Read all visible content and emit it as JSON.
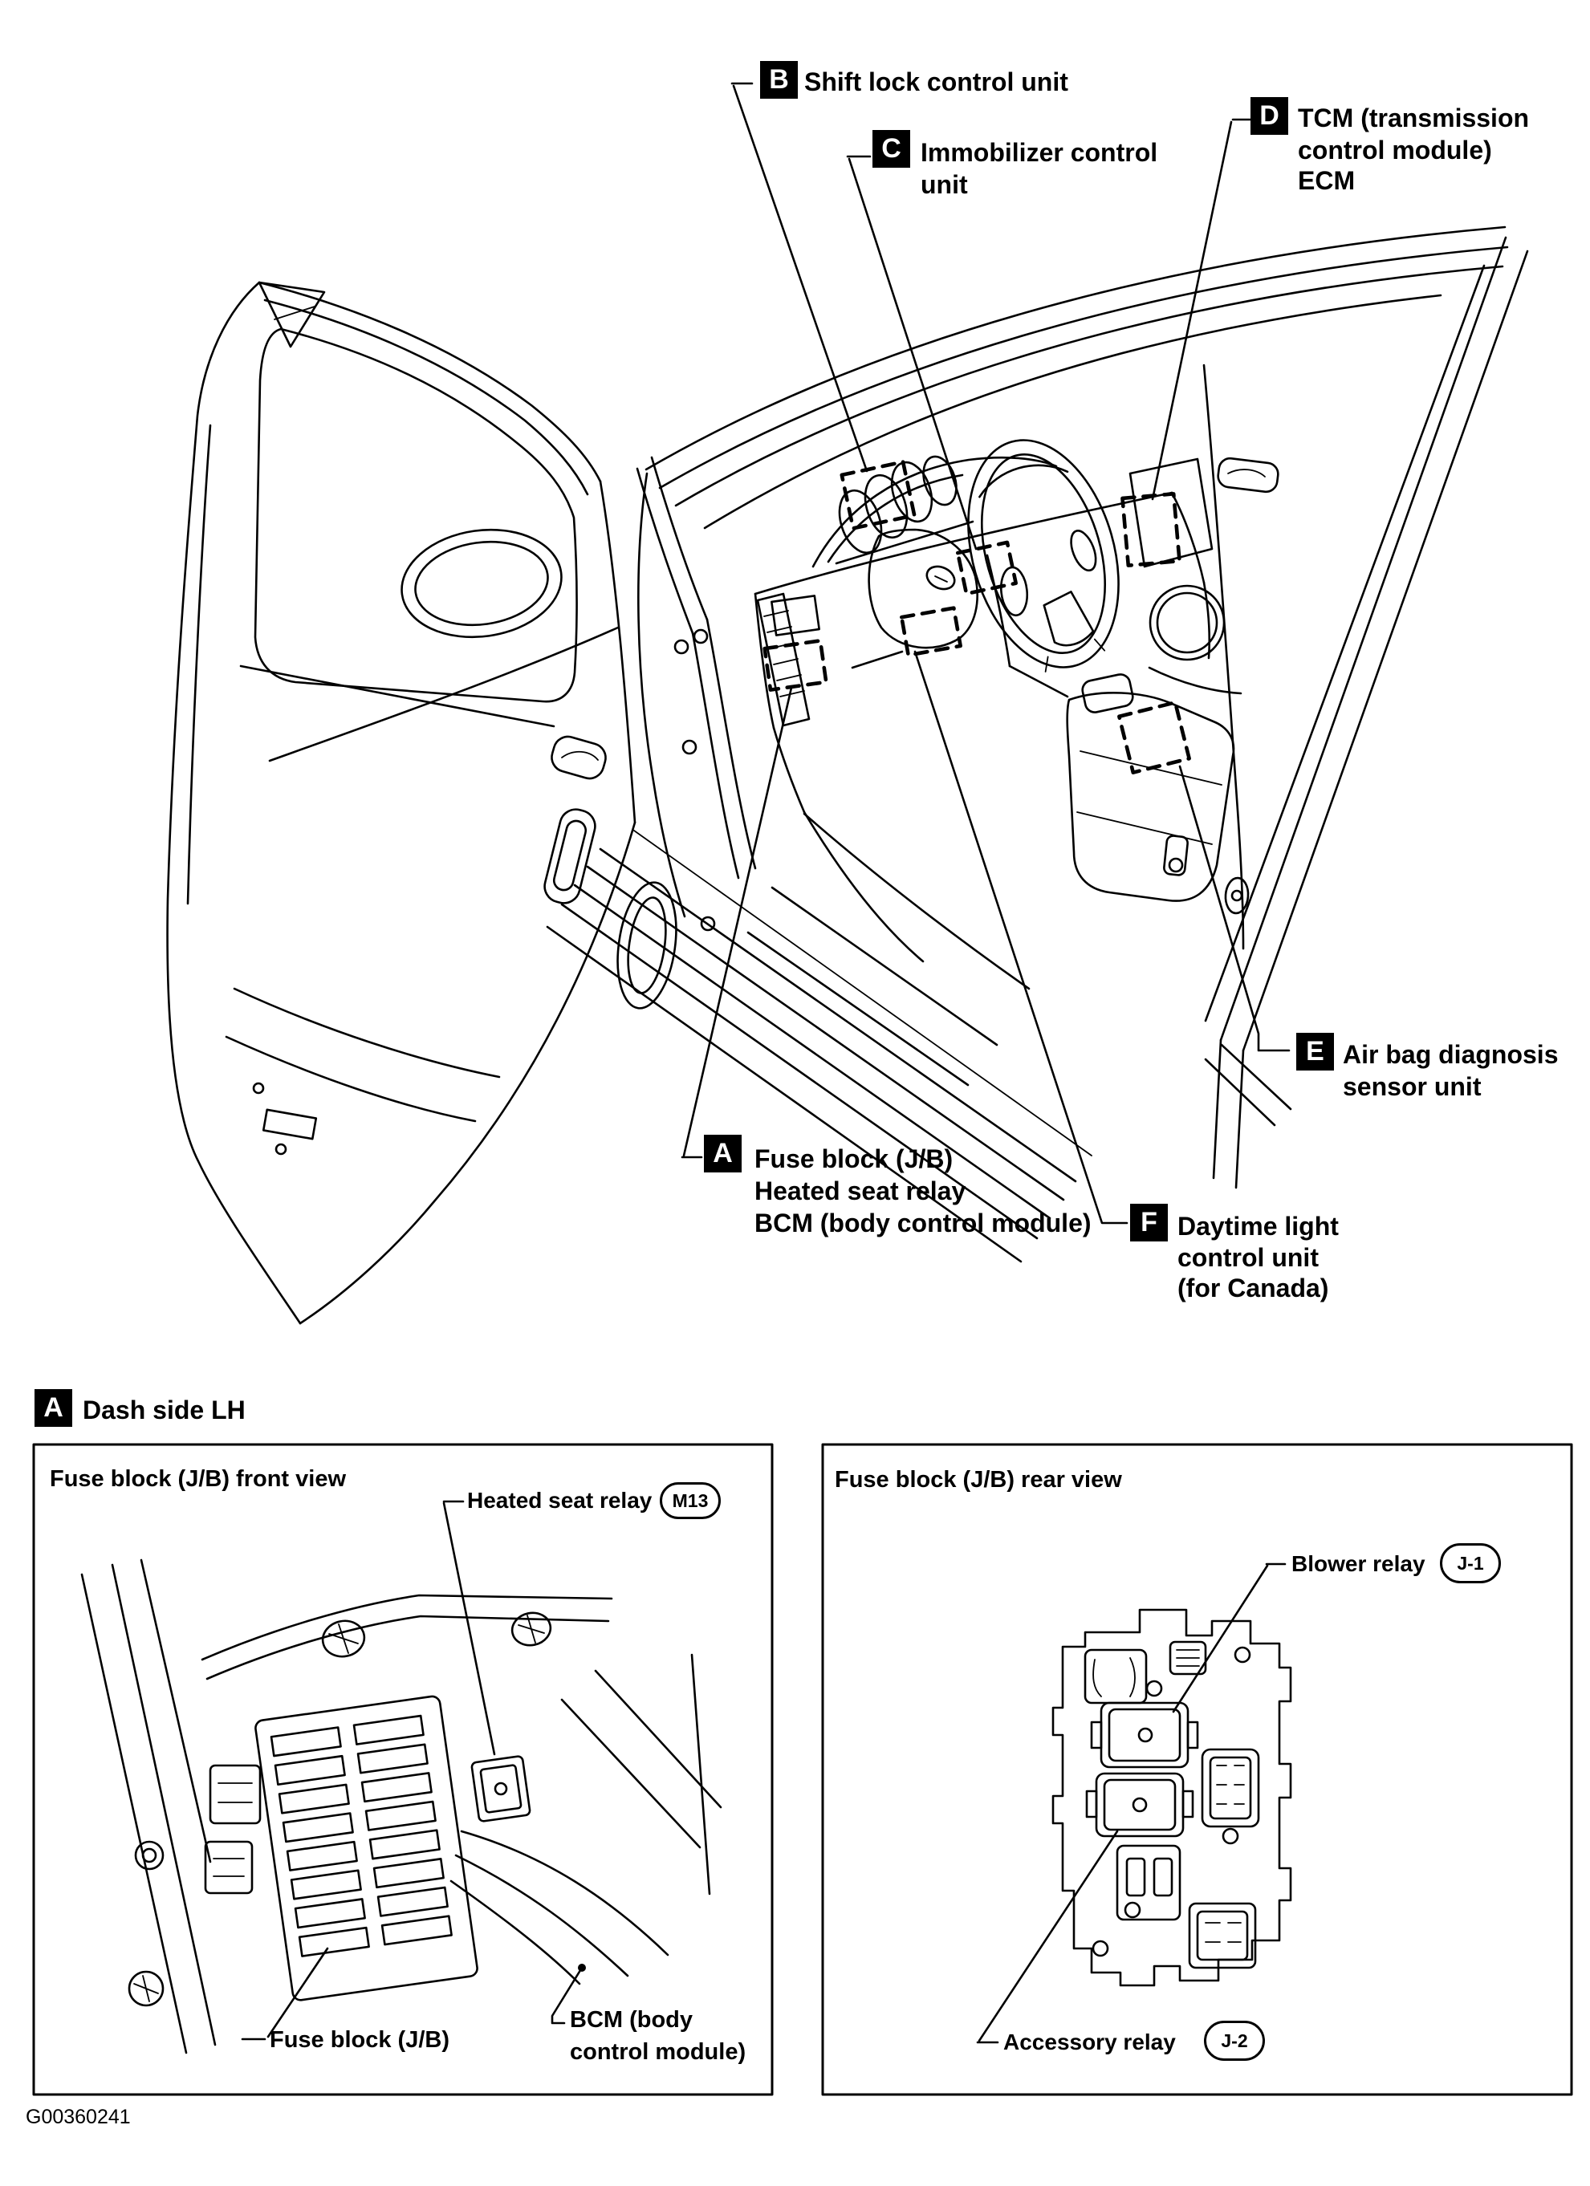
{
  "figure": {
    "callouts": {
      "a": {
        "letter": "A",
        "lines": [
          "Fuse block (J/B)",
          "Heated seat relay",
          "BCM (body control module)"
        ]
      },
      "b": {
        "letter": "B",
        "lines": [
          "Shift lock control unit"
        ]
      },
      "c": {
        "letter": "C",
        "lines": [
          "Immobilizer control",
          "unit"
        ]
      },
      "d": {
        "letter": "D",
        "lines": [
          "TCM (transmission",
          "control module)",
          "ECM"
        ]
      },
      "e": {
        "letter": "E",
        "lines": [
          "Air bag diagnosis",
          "sensor unit"
        ]
      },
      "f": {
        "letter": "F",
        "lines": [
          "Daytime light",
          "control unit",
          "(for Canada)"
        ]
      }
    }
  },
  "section": {
    "letter": "A",
    "title": "Dash side LH"
  },
  "panels": {
    "front": {
      "title": "Fuse block (J/B) front view",
      "labels": {
        "heated_seat_relay": "Heated seat relay",
        "heated_seat_relay_ref": "M13",
        "fuse_block": "Fuse block (J/B)",
        "bcm_line1": "BCM (body",
        "bcm_line2": "control module)"
      }
    },
    "rear": {
      "title": "Fuse block (J/B) rear view",
      "labels": {
        "blower_relay": "Blower relay",
        "blower_relay_ref": "J-1",
        "accessory_relay": "Accessory relay",
        "accessory_relay_ref": "J-2"
      }
    }
  },
  "footer": {
    "figure_code": "G00360241"
  }
}
